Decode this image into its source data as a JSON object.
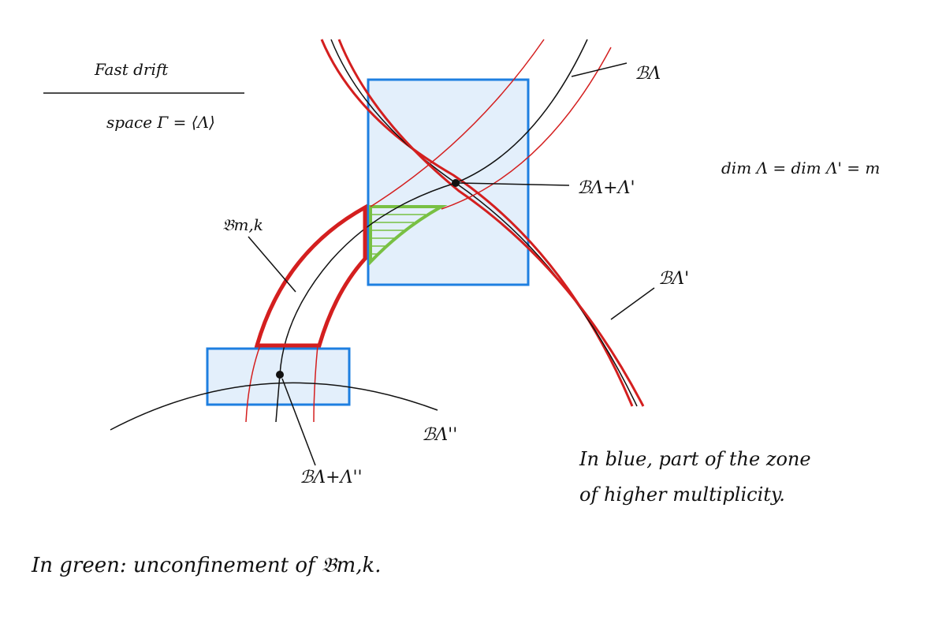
{
  "header": {
    "title": "Fast drift",
    "subtitle": "space Γ = ⟨Λ⟩"
  },
  "labels": {
    "b_lambda": "ℬΛ",
    "b_lambda_sum": "ℬΛ+Λ'",
    "b_lambda_prime": "ℬΛ'",
    "b_lambda_dprime": "ℬΛ''",
    "b_lambda_dsum": "ℬΛ+Λ''",
    "b_mk": "𝔅m,k",
    "dim_note": "dim Λ = dim Λ' = m"
  },
  "notes": {
    "blue": "In blue, part of the zone",
    "blue2": "of higher multiplicity.",
    "green": "In green: unconfinement of 𝔅m,k."
  },
  "colors": {
    "red": "#d41f1f",
    "blue": "#1e7fe0",
    "blue_fill": "#e3effb",
    "green": "#78c043",
    "ink": "#111111"
  }
}
